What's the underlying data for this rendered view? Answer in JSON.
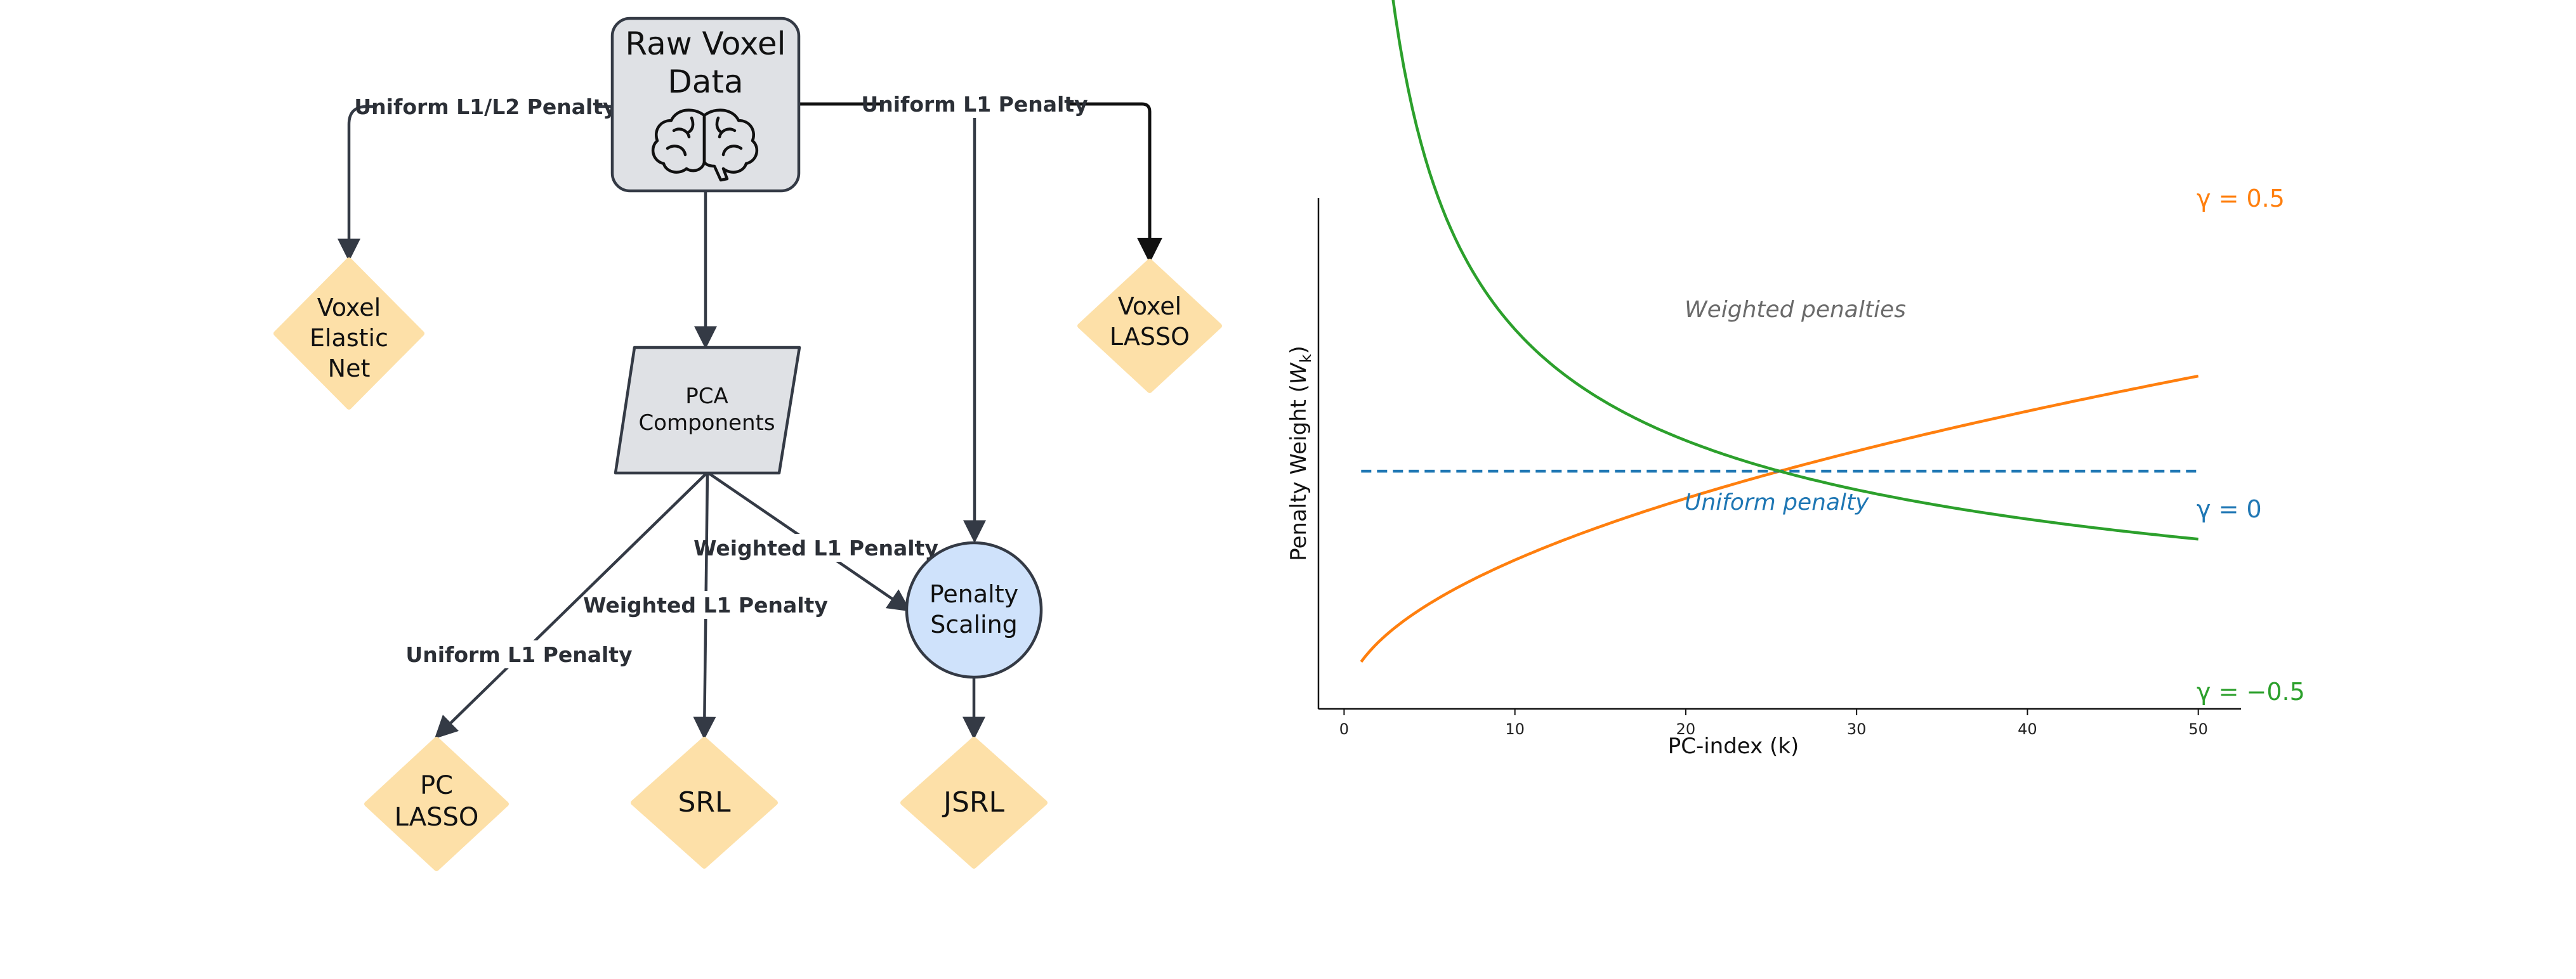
{
  "diagram": {
    "nodes": {
      "raw": {
        "line1": "Raw Voxel",
        "line2": "Data",
        "icon": "brain-icon"
      },
      "pca": {
        "line1": "PCA",
        "line2": "Components"
      },
      "penalty_scaling": {
        "line1": "Penalty",
        "line2": "Scaling"
      },
      "voxel_elastic_net": {
        "line1": "Voxel",
        "line2": "Elastic",
        "line3": "Net"
      },
      "voxel_lasso": {
        "line1": "Voxel",
        "line2": "LASSO"
      },
      "pc_lasso": {
        "line1": "PC",
        "line2": "LASSO"
      },
      "srl": {
        "line1": "SRL"
      },
      "jsrl": {
        "line1": "JSRL"
      }
    },
    "edges": {
      "raw_to_elastic": "Uniform L1/L2 Penalty",
      "raw_to_lasso": "Uniform L1 Penalty",
      "pca_to_pclasso": "Uniform L1 Penalty",
      "pca_to_srl": "Weighted L1 Penalty",
      "pca_to_scaling": "Weighted L1 Penalty"
    },
    "colors": {
      "node_gray": "#dfe1e5",
      "node_blue": "#cfe2fb",
      "diamond": "#fde0a8",
      "edge": "#343a45"
    }
  },
  "chart_data": {
    "type": "line",
    "xlabel": "PC-index (k)",
    "ylabel_prefix": "Penalty Weight (",
    "ylabel_var": "W",
    "ylabel_sub": "k",
    "ylabel_suffix": ")",
    "xlim": [
      -1.5,
      52.5
    ],
    "ylim": [
      0,
      2.15
    ],
    "xticks": [
      0,
      10,
      20,
      30,
      40,
      50
    ],
    "k_range": [
      1,
      50
    ],
    "grid": false,
    "annotations": {
      "weighted": "Weighted penalties",
      "uniform": "Uniform penalty"
    },
    "series": [
      {
        "gamma": 0.5,
        "name": "γ = 0.5",
        "color": "#ff7f0e",
        "style": "solid"
      },
      {
        "gamma": 0,
        "name": "γ = 0",
        "color": "#1f77b4",
        "style": "dashed"
      },
      {
        "gamma": -0.5,
        "name": "γ = −0.5",
        "color": "#2ca02c",
        "style": "solid"
      }
    ]
  }
}
